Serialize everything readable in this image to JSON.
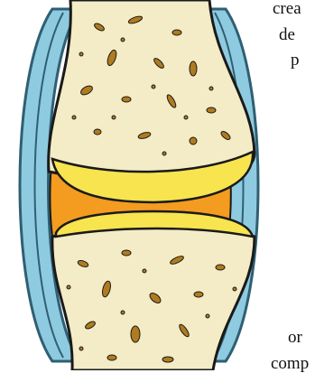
{
  "text_fragments": [
    "crea",
    "de",
    "p",
    "or",
    "comp"
  ],
  "figure": {
    "type": "joint-cross-section-illustration",
    "colors": {
      "capsule": "#8fcbe0",
      "capsule_edge": "#2f5f73",
      "synovial_fluid": "#f39c1f",
      "cartilage": "#f7e44f",
      "bone": "#f3ecc6",
      "pores": "#b07b1e"
    }
  }
}
